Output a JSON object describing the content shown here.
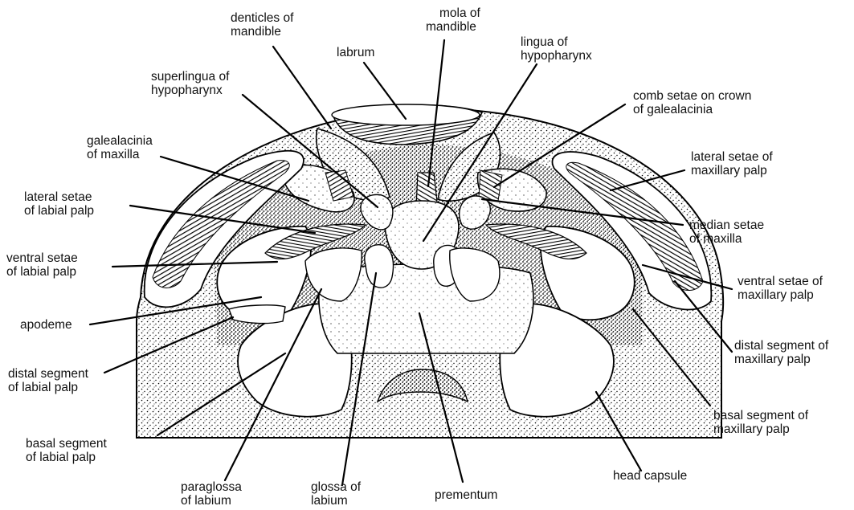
{
  "labels": {
    "denticles": [
      "denticles of",
      "mandible"
    ],
    "mola": [
      "mola of",
      "mandible"
    ],
    "labrum": [
      "labrum"
    ],
    "lingua": [
      "lingua of",
      "hypopharynx"
    ],
    "superlingua": [
      "superlingua of",
      "hypopharynx"
    ],
    "comb_setae": [
      "comb setae on crown",
      "of galealacinia"
    ],
    "galealacinia": [
      "galealacinia",
      "of maxilla"
    ],
    "lateral_setae_maxillary": [
      "lateral setae of",
      "maxillary palp"
    ],
    "lateral_setae_labial": [
      "lateral setae",
      "of labial palp"
    ],
    "median_setae": [
      "median setae",
      "of maxilla"
    ],
    "ventral_setae_labial": [
      "ventral setae",
      "of labial palp"
    ],
    "ventral_setae_maxillary": [
      "ventral setae of",
      "maxillary palp"
    ],
    "apodeme": [
      "apodeme"
    ],
    "distal_segment_maxillary": [
      "distal segment of",
      "maxillary palp"
    ],
    "distal_segment_labial": [
      "distal segment",
      "of labial palp"
    ],
    "basal_segment_maxillary": [
      "basal segment of",
      "maxillary palp"
    ],
    "basal_segment_labial": [
      "basal segment",
      "of labial palp"
    ],
    "head_capsule": [
      "head capsule"
    ],
    "paraglossa": [
      "paraglossa",
      "of labium"
    ],
    "glossa": [
      "glossa of",
      "labium"
    ],
    "prementum": [
      "prementum"
    ]
  }
}
